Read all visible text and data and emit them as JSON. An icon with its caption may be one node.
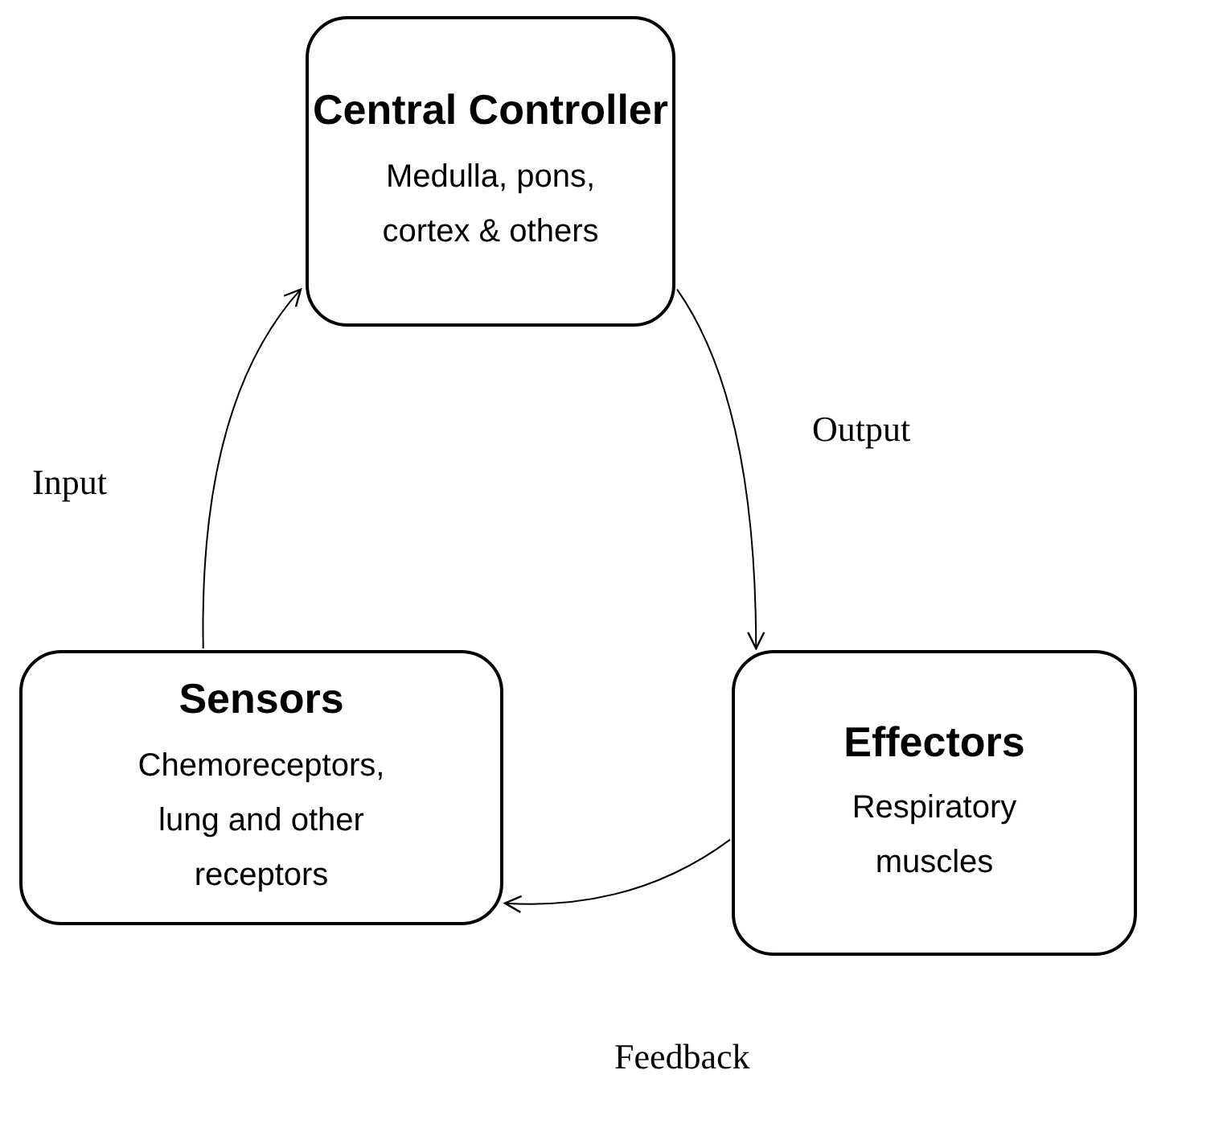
{
  "diagram": {
    "nodes": [
      {
        "text": [
          "Central Controller",
          "Medulla, pons, cortex & others"
        ]
      },
      {
        "text": [
          "Sensors",
          "Chemoreceptors, lung and other receptors"
        ]
      },
      {
        "text": [
          "Effectors",
          "Respiratory muscles"
        ]
      }
    ],
    "edges": [
      {
        "from": 1,
        "to": 0,
        "arrow": "to",
        "label": "Input"
      },
      {
        "from": 0,
        "to": 2,
        "arrow": "to",
        "label": "Output"
      },
      {
        "from": 2,
        "to": 1,
        "arrow": "to",
        "label": "Feedback"
      }
    ]
  }
}
